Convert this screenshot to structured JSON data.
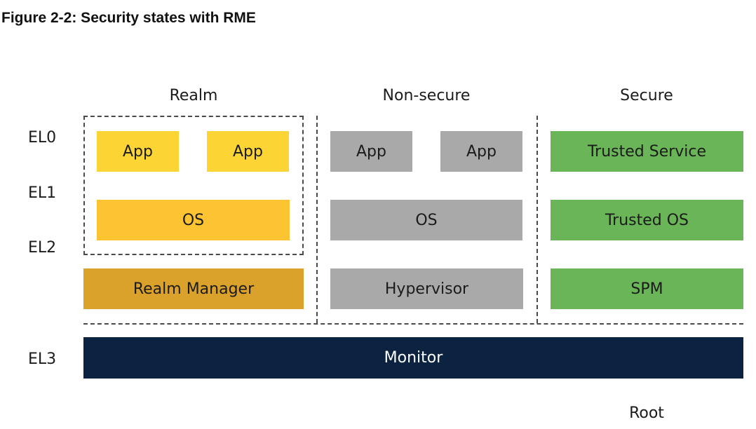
{
  "figure": {
    "title": "Figure 2-2: Security states with RME"
  },
  "columns": {
    "realm": "Realm",
    "nonsecure": "Non-secure",
    "secure": "Secure"
  },
  "exception_levels": {
    "el0": "EL0",
    "el1": "EL1",
    "el2": "EL2",
    "el3": "EL3"
  },
  "realm": {
    "app1": "App",
    "app2": "App",
    "os": "OS",
    "manager": "Realm Manager"
  },
  "nonsecure": {
    "app1": "App",
    "app2": "App",
    "os": "OS",
    "hypervisor": "Hypervisor"
  },
  "secure": {
    "service": "Trusted Service",
    "os": "Trusted OS",
    "spm": "SPM"
  },
  "root": {
    "monitor": "Monitor",
    "label": "Root"
  },
  "colors": {
    "realm_app": "#FCD535",
    "realm_os": "#FCC432",
    "realm_manager": "#DBA22B",
    "nonsecure": "#A9A9A9",
    "secure": "#6AB557",
    "monitor": "#0B2340",
    "monitor_text": "#FFFFFF"
  }
}
